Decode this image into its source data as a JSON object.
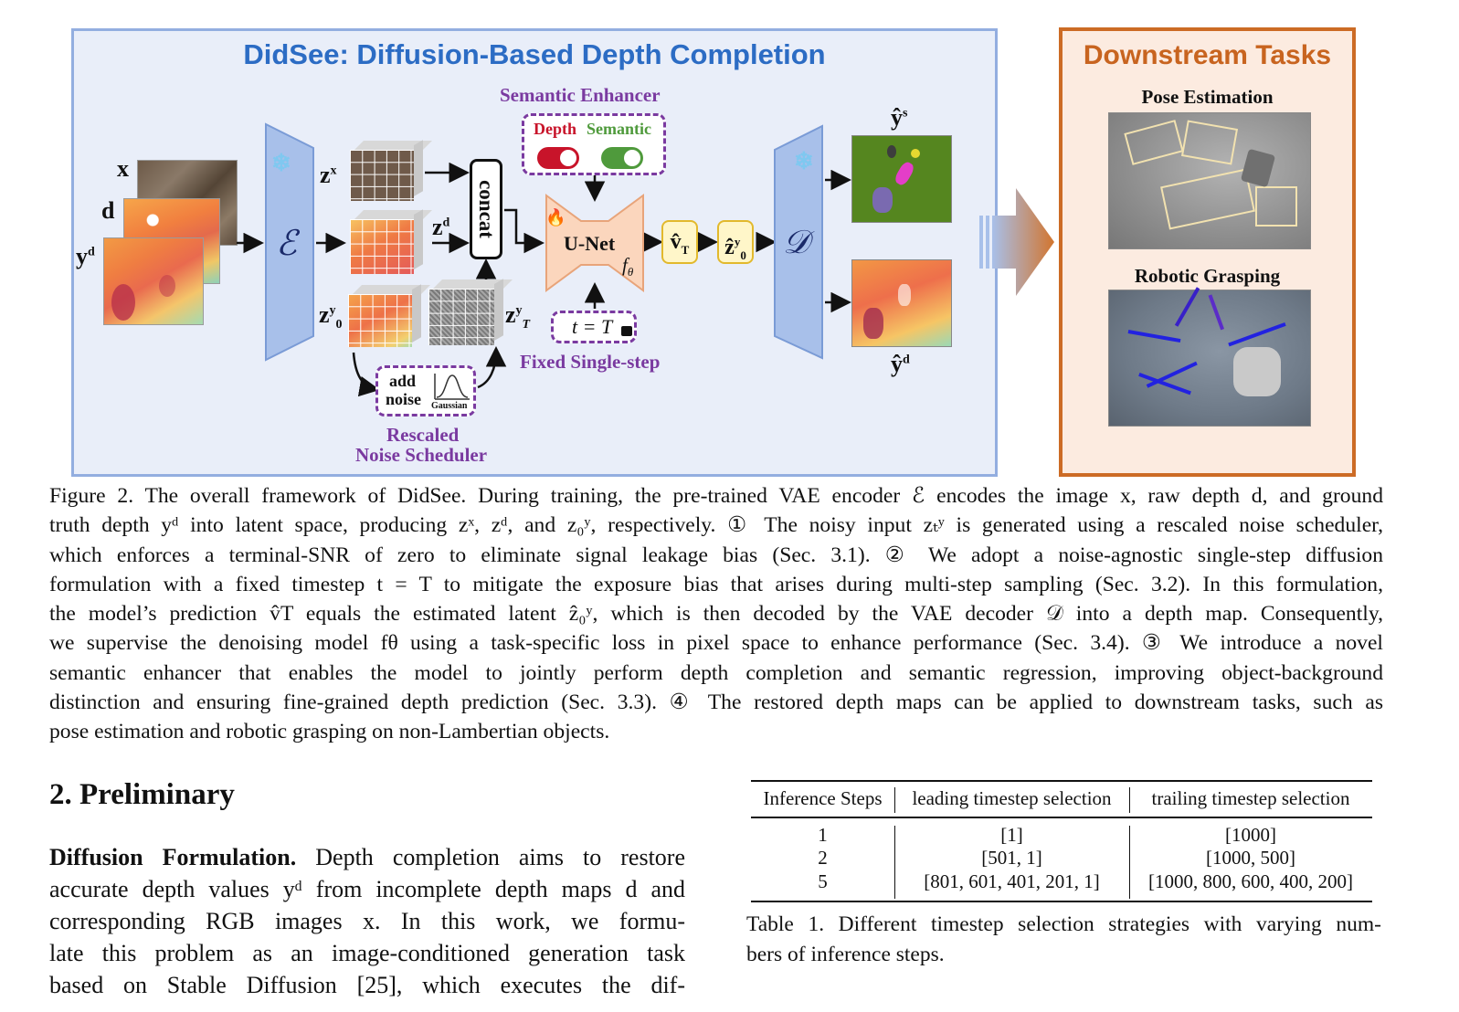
{
  "figure": {
    "title": "DidSee: Diffusion-Based Depth Completion",
    "inputs": {
      "x": "x",
      "d": "d",
      "yd": "y",
      "yd_sup": "d"
    },
    "encoder_symbol": "ℰ",
    "decoder_symbol": "𝒟",
    "latents": {
      "zx": "z",
      "zx_sup": "x",
      "zd": "z",
      "zd_sup": "d",
      "z0y": "z",
      "z0y_sup": "y",
      "z0y_sub": "0",
      "zTy": "z",
      "zTy_sup": "y",
      "zTy_sub": "T"
    },
    "concat_label": "concat",
    "semantic_enhancer": {
      "title": "Semantic Enhancer",
      "depth_label": "Depth",
      "semantic_label": "Semantic"
    },
    "unet_label": "U-Net",
    "unet_param": "f",
    "unet_param_sub": "θ",
    "timestep_box": "t = T",
    "fixed_label": "Fixed Single-step",
    "noise_box": {
      "line1": "add",
      "line2": "noise",
      "gaussian": "Gaussian"
    },
    "scheduler_label": {
      "line1": "Rescaled",
      "line2": "Noise Scheduler"
    },
    "vT": {
      "main": "v̂",
      "sub": "T"
    },
    "z0hat": {
      "main": "ẑ",
      "sup": "y",
      "sub": "0"
    },
    "output_sem": {
      "main": "ŷ",
      "sup": "s"
    },
    "output_depth": {
      "main": "ŷ",
      "sup": "d"
    },
    "snowflake": "❄",
    "fire": "🔥",
    "colors": {
      "title_blue": "#2c6cc4",
      "purple": "#7a3aa0",
      "panel_bg": "#e9eef9",
      "panel_border": "#93aee0",
      "orange": "#cc6b25",
      "toggle_red": "#c8142a",
      "toggle_green": "#4f9a3c"
    }
  },
  "downstream": {
    "title": "Downstream Tasks",
    "pose": "Pose Estimation",
    "grasp": "Robotic Grasping"
  },
  "caption": {
    "lines": [
      "Figure 2. The overall framework of DidSee. During training, the pre-trained VAE encoder ℰ encodes the image x, raw depth d, and ground",
      "truth depth yᵈ into latent space, producing zˣ, zᵈ, and z₀ʸ, respectively. ① The noisy input zₜʸ is generated using a rescaled noise scheduler,",
      "which enforces a terminal-SNR of zero to eliminate signal leakage bias (Sec. 3.1). ② We adopt a noise-agnostic single-step diffusion",
      "formulation with a fixed timestep t = T to mitigate the exposure bias that arises during multi-step sampling (Sec. 3.2). In this formulation,",
      "the model’s prediction v̂T equals the estimated latent ẑ₀ʸ, which is then decoded by the VAE decoder 𝒟 into a depth map. Consequently,",
      "we supervise the denoising model fθ using a task-specific loss in pixel space to enhance performance (Sec. 3.4). ③ We introduce a novel",
      "semantic enhancer that enables the model to jointly perform depth completion and semantic regression, improving object-background",
      "distinction and ensuring fine-grained depth prediction (Sec. 3.3). ④ The restored depth maps can be applied to downstream tasks, such as",
      "pose estimation and robotic grasping on non-Lambertian objects."
    ]
  },
  "section": {
    "title": "2. Preliminary",
    "para_heading": "Diffusion Formulation.",
    "lines": [
      " Depth completion aims to restore",
      "accurate depth values yᵈ from incomplete depth maps d and",
      "corresponding RGB images x.  In this work, we formu-",
      "late this problem as an image-conditioned generation task",
      "based on Stable Diffusion [25], which executes the dif-"
    ]
  },
  "table": {
    "headers": [
      "Inference Steps",
      "leading timestep selection",
      "trailing timestep selection"
    ],
    "rows": [
      [
        "1",
        "[1]",
        "[1000]"
      ],
      [
        "2",
        "[501, 1]",
        "[1000, 500]"
      ],
      [
        "5",
        "[801, 601, 401, 201, 1]",
        "[1000, 800, 600, 400, 200]"
      ]
    ],
    "caption_lines": [
      "Table 1. Different timestep selection strategies with varying num-",
      "bers of inference steps."
    ]
  }
}
